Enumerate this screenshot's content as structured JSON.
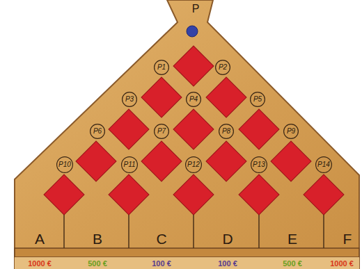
{
  "diagram": {
    "nodes": [
      {
        "text": [
          "P1"
        ]
      },
      {
        "text": [
          "P2"
        ]
      },
      {
        "text": [
          "P3"
        ]
      },
      {
        "text": [
          "P4"
        ]
      },
      {
        "text": [
          "P5"
        ]
      },
      {
        "text": [
          "P6"
        ]
      },
      {
        "text": [
          "P7"
        ]
      },
      {
        "text": [
          "P8"
        ]
      },
      {
        "text": [
          "P9"
        ]
      },
      {
        "text": [
          "P10"
        ]
      },
      {
        "text": [
          "P11"
        ]
      },
      {
        "text": [
          "P12"
        ]
      },
      {
        "text": [
          "P13"
        ]
      },
      {
        "text": [
          "P14"
        ]
      }
    ],
    "labels": [
      "P",
      "A",
      "B",
      "C",
      "D",
      "E",
      "F",
      "1000 €",
      "500 €",
      "100 €",
      "100 €",
      "500 €",
      "1000 €"
    ]
  }
}
